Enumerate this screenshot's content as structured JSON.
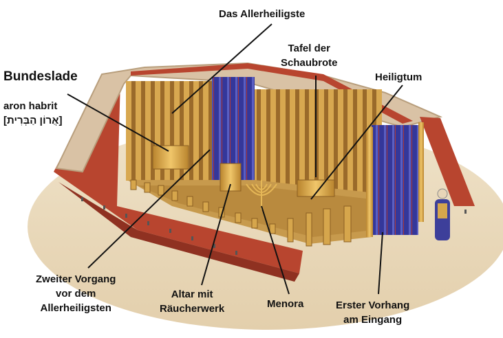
{
  "labels": {
    "allerheiligste": "Das Allerheiligste",
    "tafel": [
      "Tafel der",
      "Schaubrote"
    ],
    "bundeslade": "Bundeslade",
    "aron": [
      "aron habrit",
      "[אֲרוֹן הַבְּרִית]"
    ],
    "heiligtum": "Heiligtum",
    "zweiter": [
      "Zweiter Vorgang",
      "vor dem",
      "Allerheiligsten"
    ],
    "altar": [
      "Altar mit",
      "Räucherwerk"
    ],
    "menora": "Menora",
    "erster": [
      "Erster Vorhang",
      "am Eingang"
    ]
  },
  "colors": {
    "roof": "#d9c2a5",
    "red": "#b8452f",
    "gold": "#d6a64c",
    "blue": "#3d3f9a",
    "ground": "#e9d7b8",
    "line": "#111111"
  }
}
